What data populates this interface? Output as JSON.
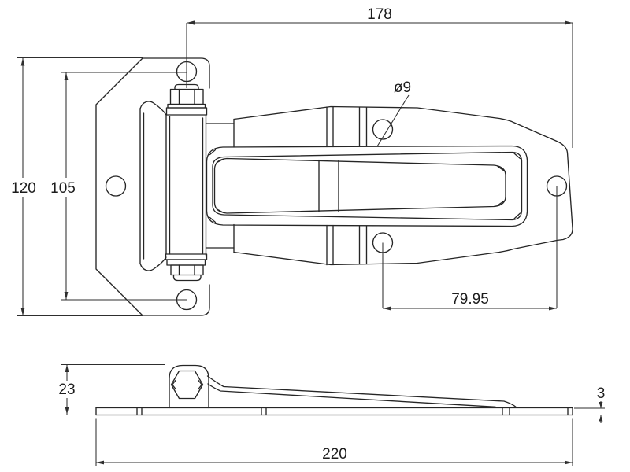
{
  "drawing": {
    "background": "#ffffff",
    "part_line_color": "#262626",
    "dimension_line_color": "#2e2e2e",
    "dimensions": {
      "overall_width": "178",
      "hole_diameter": "ø9",
      "bracket_height": "120",
      "bracket_hole_spacing": "105",
      "strap_hole_offset": "79.95",
      "knuckle_height": "23",
      "plate_thickness": "3",
      "overall_length": "220"
    }
  }
}
